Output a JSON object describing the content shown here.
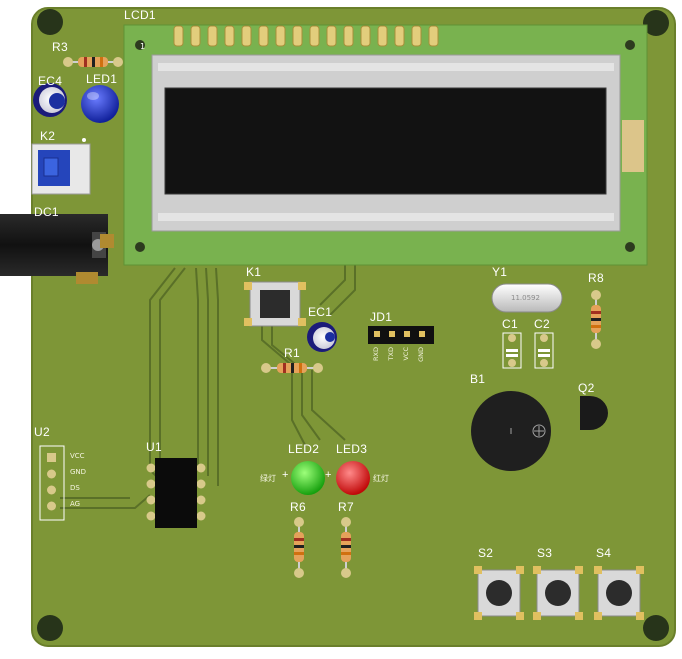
{
  "board": {
    "colors": {
      "pcb": "#7e9637",
      "pcb_edge": "#6a7f2b",
      "mount_hole": "#27341a",
      "trace": "#5a7028",
      "pad": "#d8c98a",
      "resistor_body": "#e5a25a",
      "lcd_pcb": "#79b24f",
      "lcd_frame": "#cfcfcf",
      "lcd_screen": "#121212",
      "led_blue": "#1b2fc2",
      "led_green": "#27c21a",
      "led_red": "#e01010",
      "button_blue": "#2545bb",
      "ic_body": "#0b0b0b",
      "buzzer": "#1f1f1f"
    },
    "labels": {
      "lcd": "LCD1",
      "r3": "R3",
      "ec4": "EC4",
      "led1": "LED1",
      "k2": "K2",
      "dc1": "DC1",
      "k1": "K1",
      "ec1": "EC1",
      "r1": "R1",
      "jd1": "JD1",
      "y1": "Y1",
      "c1": "C1",
      "c2": "C2",
      "r8": "R8",
      "b1": "B1",
      "q2": "Q2",
      "u2": "U2",
      "u1": "U1",
      "led2": "LED2",
      "led3": "LED3",
      "r6": "R6",
      "r7": "R7",
      "s2": "S2",
      "s3": "S3",
      "s4": "S4"
    },
    "silk": {
      "u2_pins": [
        "VCC",
        "GND",
        "DS",
        "AG"
      ],
      "jd1_pins": [
        "RXD",
        "TXD",
        "VCC",
        "GND"
      ],
      "led2_side": "绿灯",
      "led3_side": "红灯",
      "plus_a": "+",
      "plus_b": "+",
      "crystal": "11.0592",
      "lcd_pin1": "1"
    }
  }
}
